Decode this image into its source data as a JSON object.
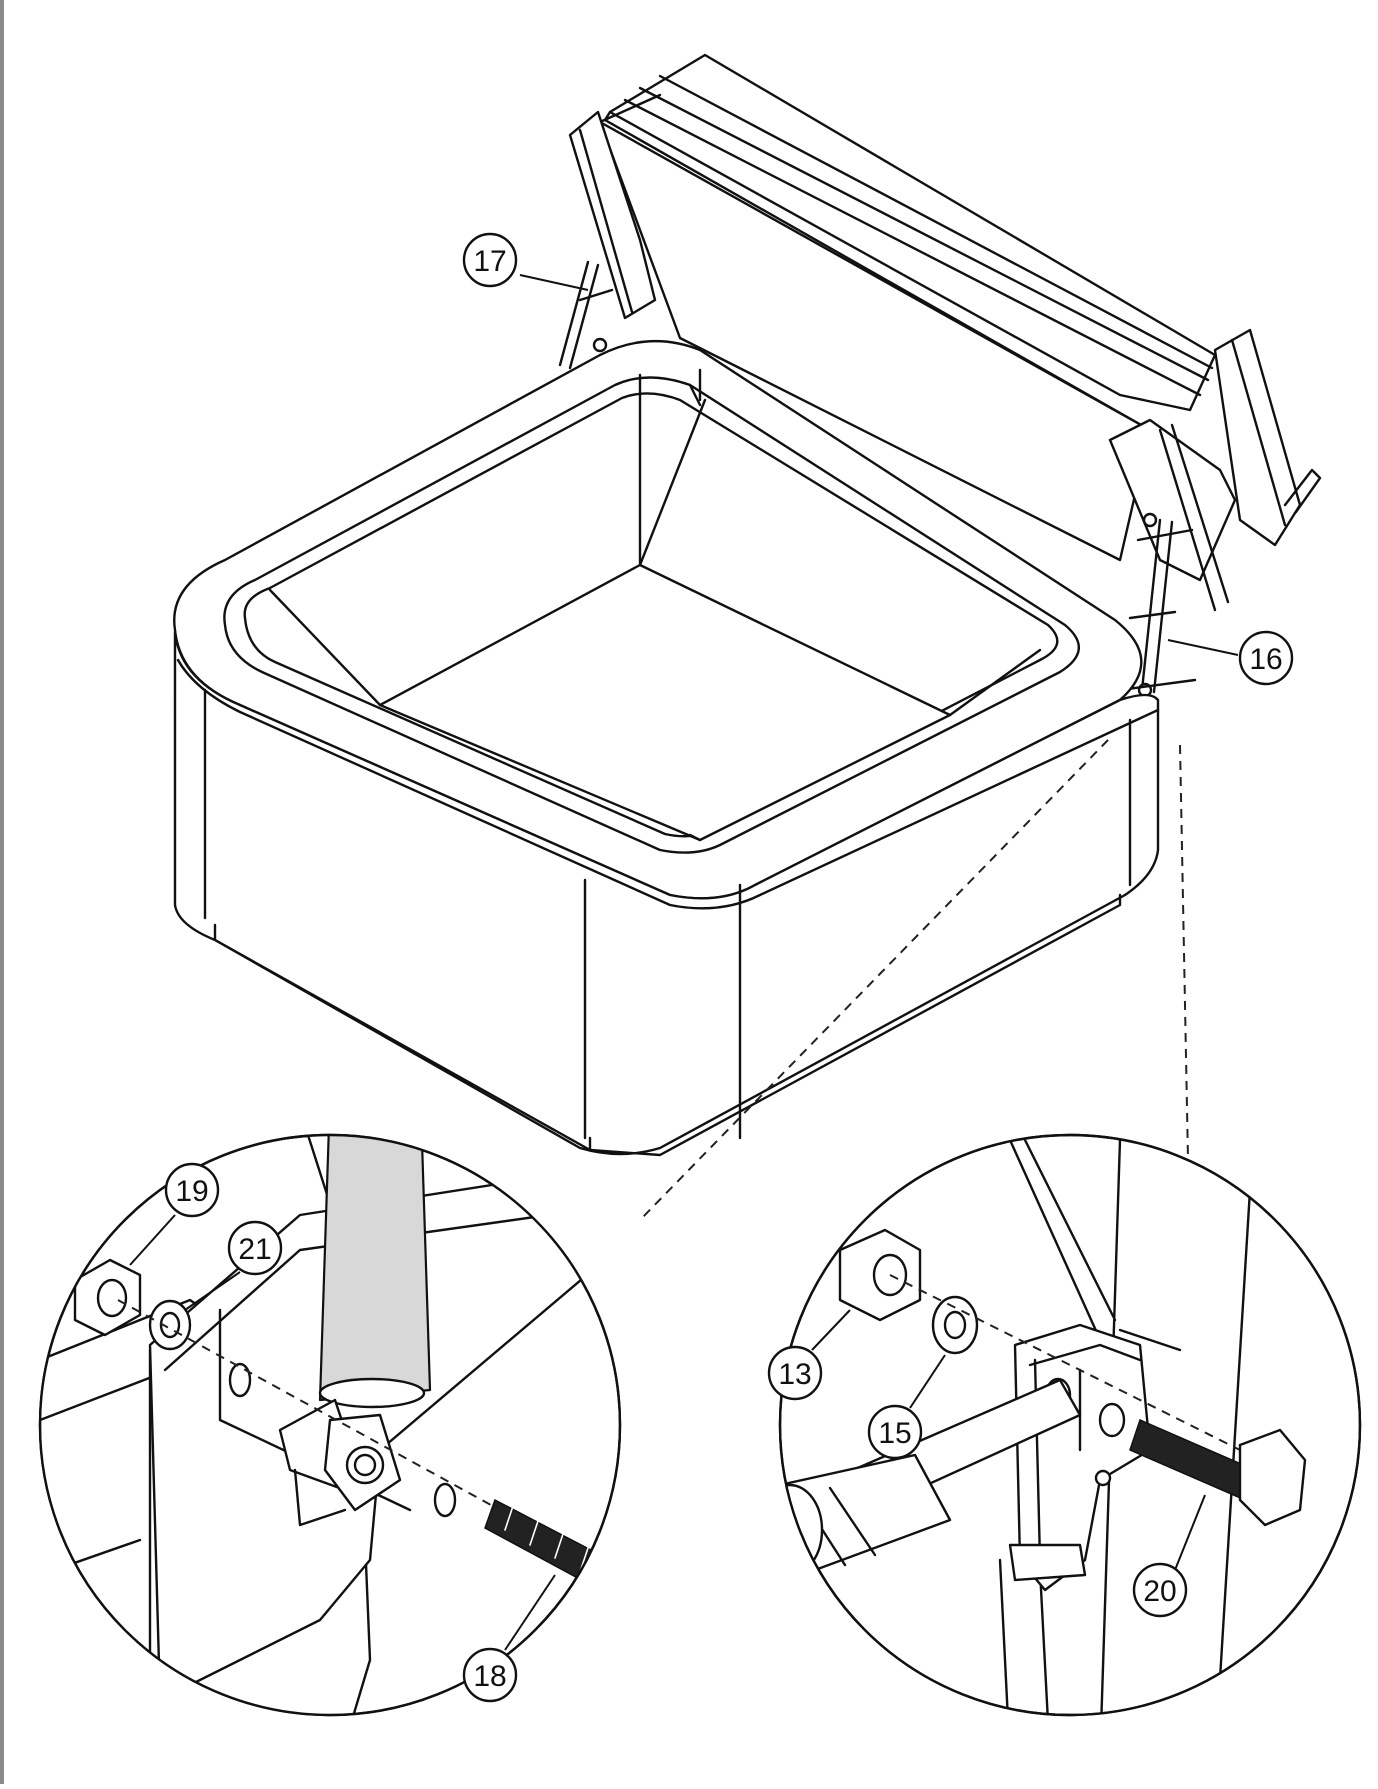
{
  "callouts": [
    {
      "id": "17",
      "label": "17"
    },
    {
      "id": "16",
      "label": "16"
    },
    {
      "id": "19",
      "label": "19"
    },
    {
      "id": "21",
      "label": "21"
    },
    {
      "id": "18",
      "label": "18"
    },
    {
      "id": "13",
      "label": "13"
    },
    {
      "id": "15",
      "label": "15"
    },
    {
      "id": "20",
      "label": "20"
    }
  ]
}
